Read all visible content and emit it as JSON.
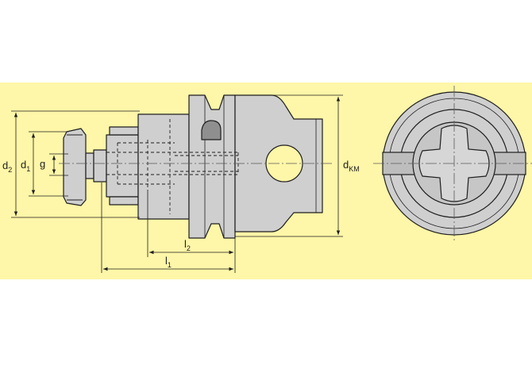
{
  "colors": {
    "panel_background": "#fef6a8",
    "part_fill": "#cfcfcf",
    "part_fill_dark": "#a9a9a9",
    "outline": "#1e1e1e",
    "centerline": "#5a5a5a"
  },
  "dimensions": {
    "d2": {
      "base": "d",
      "sub": "2"
    },
    "d1": {
      "base": "d",
      "sub": "1"
    },
    "g": {
      "base": "g",
      "sub": ""
    },
    "l2": {
      "base": "l",
      "sub": "2"
    },
    "l1": {
      "base": "l",
      "sub": "1"
    },
    "dKM": {
      "base": "d",
      "sub": "KM"
    }
  }
}
